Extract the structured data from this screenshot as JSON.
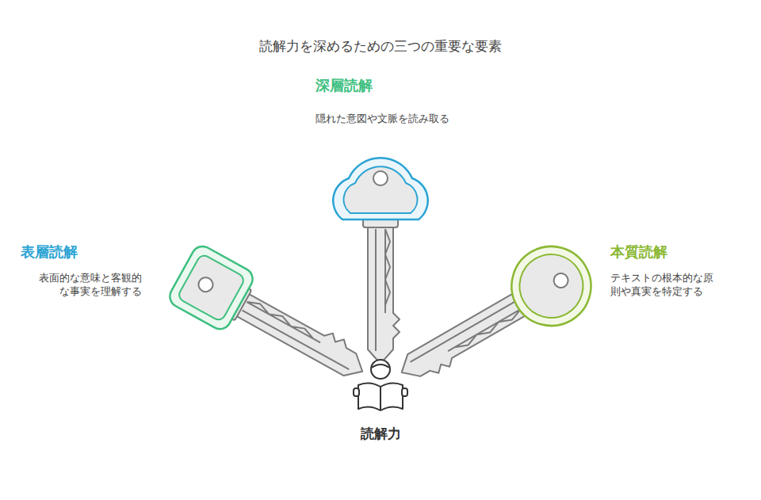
{
  "diagram": {
    "title": "読解力を深めるための三つの重要な要素",
    "nodes": [
      {
        "text": [
          "深層読解",
          "隠れた意図や文脈を読み取る"
        ]
      },
      {
        "text": [
          "表層読解",
          "表面的な意味と客観的な事実を理解する"
        ]
      },
      {
        "text": [
          "本質読解",
          "テキストの根本的な原則や真実を特定する"
        ]
      },
      {
        "text": [
          "読解力"
        ]
      }
    ]
  }
}
